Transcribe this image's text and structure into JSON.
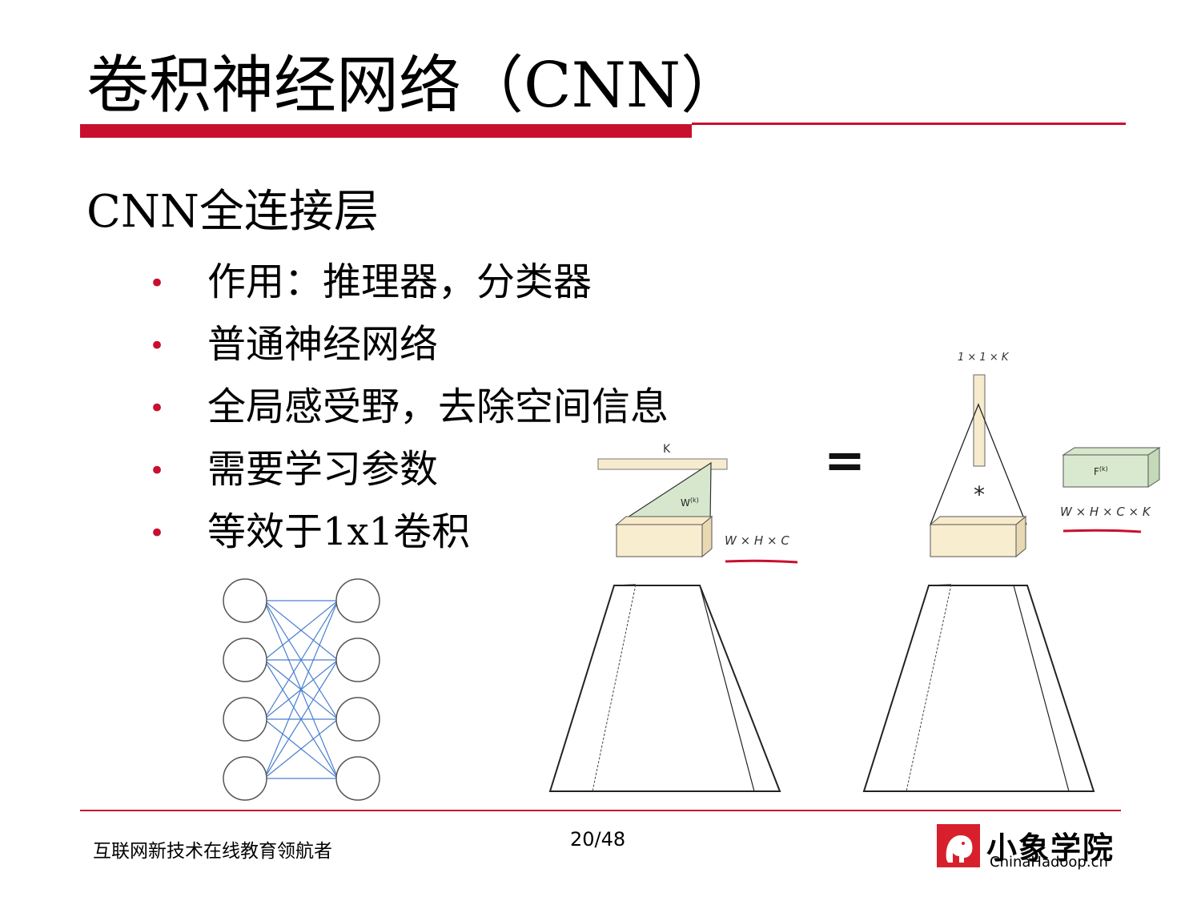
{
  "slide": {
    "title": "卷积神经网络（CNN）",
    "subtitle": "CNN全连接层",
    "bullets": [
      "作用：推理器，分类器",
      "普通神经网络",
      "全局感受野，去除空间信息",
      "需要学习参数",
      "等效于1x1卷积"
    ],
    "bullet_symbol": "•",
    "accent_color": "#c8102e"
  },
  "diagram": {
    "left": {
      "k_label": "K",
      "weight_label": "W",
      "weight_sup": "(k)",
      "volume_label": "W × H × C"
    },
    "equals": "=",
    "right": {
      "kernel_label": "1 × 1 × K",
      "conv_symbol": "*",
      "feature_label": "F",
      "feature_sup": "(k)",
      "volume_label": "W × H × C × K"
    }
  },
  "footer": {
    "slogan": "互联网新技术在线教育领航者",
    "page": "20/48",
    "logo_cn": "小象学院",
    "logo_en": "ChinaHadoop.cn"
  }
}
